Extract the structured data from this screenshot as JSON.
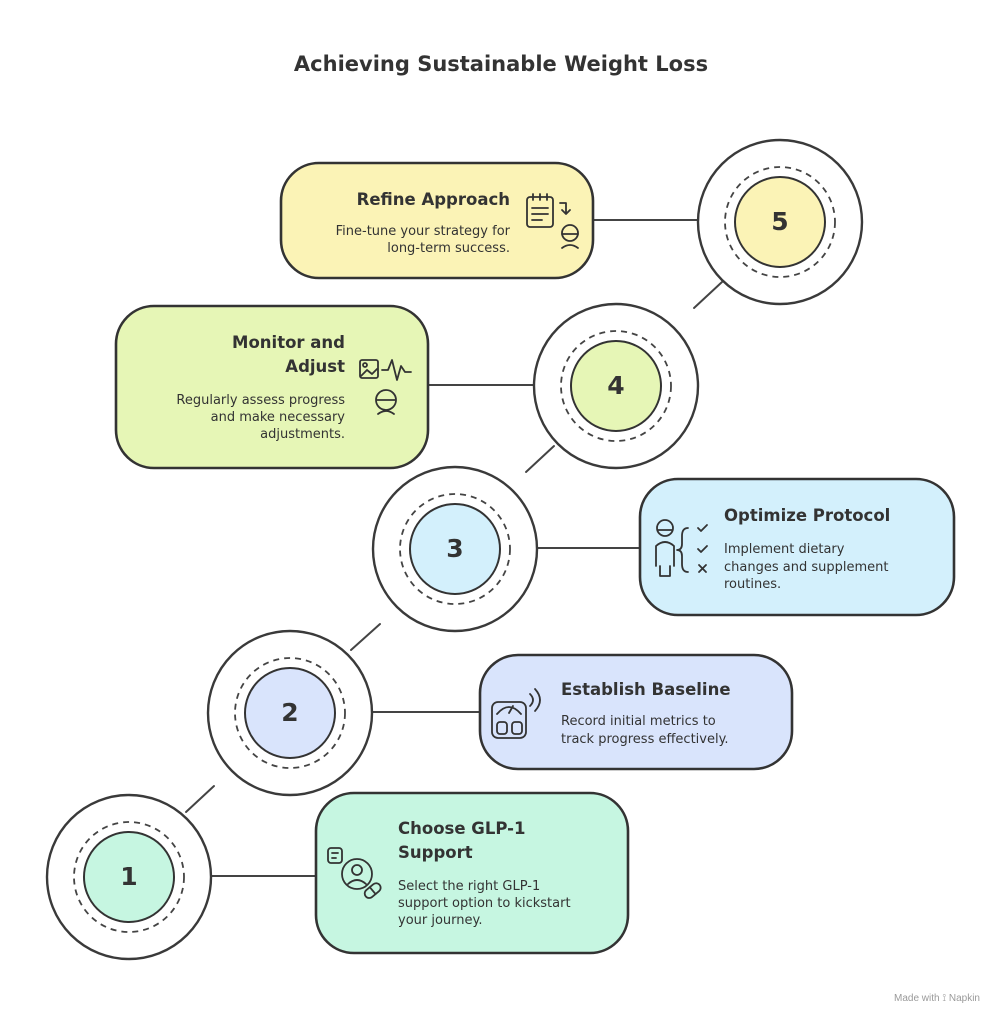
{
  "title": "Achieving Sustainable Weight Loss",
  "steps": [
    {
      "number": "1",
      "title_line1": "Choose GLP-1",
      "title_line2": "Support",
      "desc_line1": "Select the right GLP-1",
      "desc_line2": "support option to kickstart",
      "desc_line3": "your journey.",
      "color": "#c6f6e1",
      "icon": "person-pill-icon"
    },
    {
      "number": "2",
      "title_line1": "Establish Baseline",
      "desc_line1": "Record initial metrics to",
      "desc_line2": "track progress effectively.",
      "color": "#d9e4fc",
      "icon": "smart-scale-icon"
    },
    {
      "number": "3",
      "title_line1": "Optimize Protocol",
      "desc_line1": "Implement dietary",
      "desc_line2": "changes and supplement",
      "desc_line3": "routines.",
      "color": "#d3f0fc",
      "icon": "person-checklist-icon"
    },
    {
      "number": "4",
      "title_line1": "Monitor and",
      "title_line2": "Adjust",
      "desc_line1": "Regularly assess progress",
      "desc_line2": "and make necessary",
      "desc_line3": "adjustments.",
      "color": "#e6f6b6",
      "icon": "chart-person-icon"
    },
    {
      "number": "5",
      "title_line1": "Refine Approach",
      "desc_line1": "Fine-tune your strategy for",
      "desc_line2": "long-term success.",
      "color": "#fbf3b6",
      "icon": "clipboard-person-icon"
    }
  ],
  "footer": {
    "made_with": "Made with",
    "brand": "Napkin"
  }
}
